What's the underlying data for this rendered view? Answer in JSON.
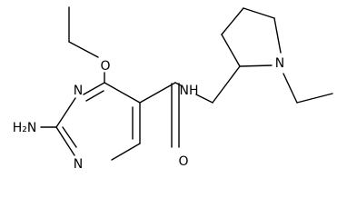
{
  "molecule": {
    "atom_labels": {
      "amine": "H₂N",
      "ring_n_top": "N",
      "ring_n_bottom": "N",
      "ether_o": "O",
      "amide_nh": "NH",
      "carbonyl_o": "O",
      "pyrrolidine_n": "N"
    }
  },
  "colors": {
    "ink": "#000000",
    "background": "#ffffff"
  }
}
